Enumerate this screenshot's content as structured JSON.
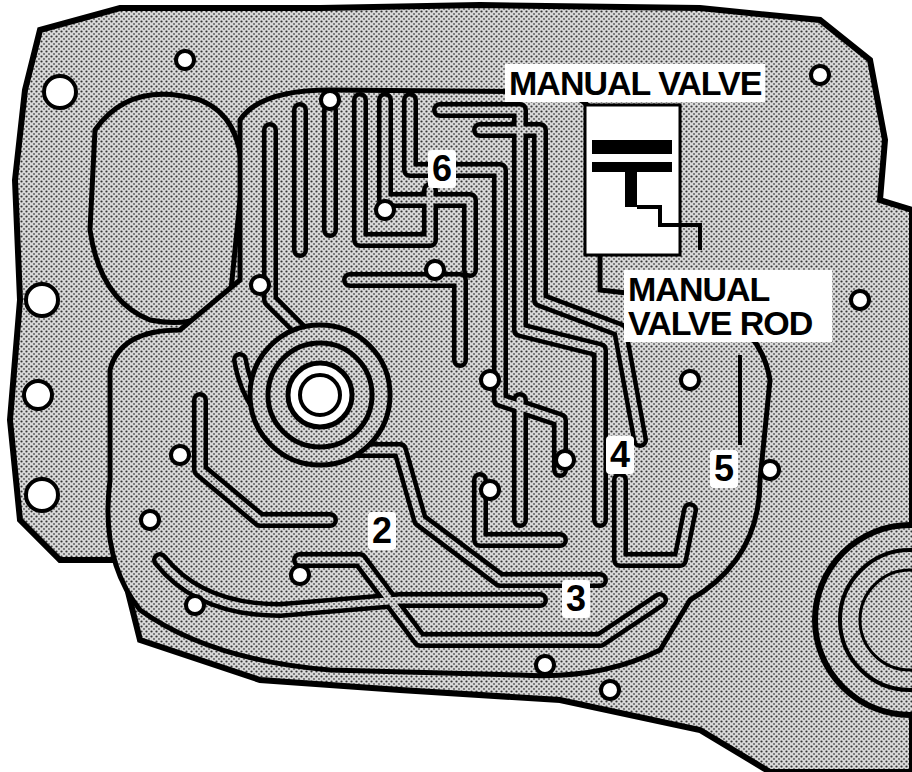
{
  "diagram": {
    "labels": [
      "MANUAL VALVE",
      "6",
      "MANUAL VALVE ROD",
      "4",
      "5",
      "2",
      "3"
    ]
  }
}
